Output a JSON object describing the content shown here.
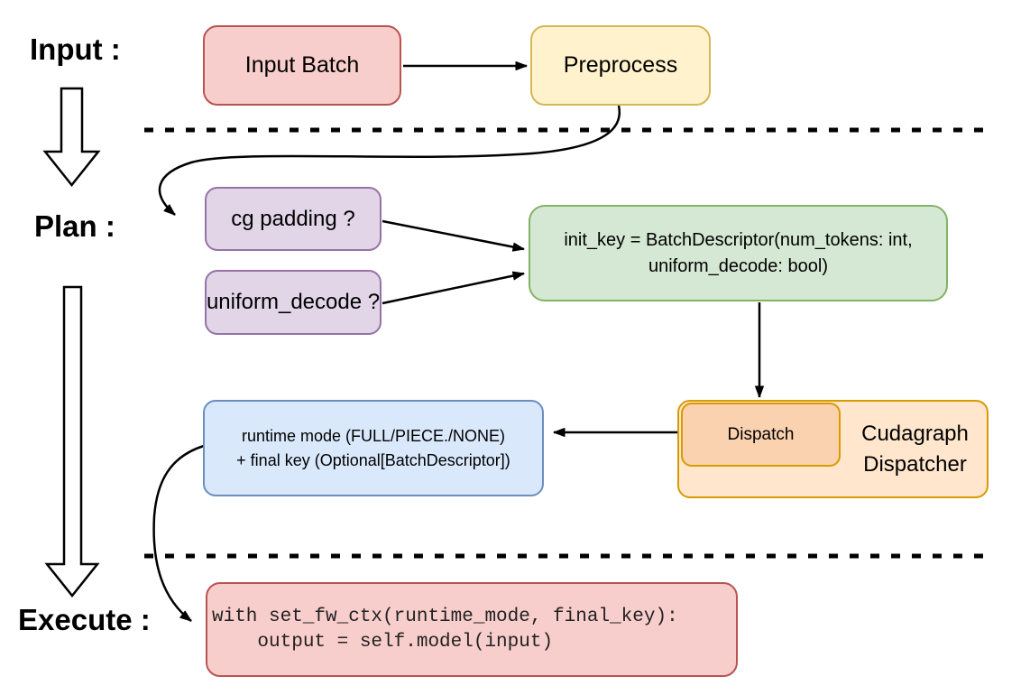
{
  "title": "Cudagraph dispatch flow diagram",
  "colors": {
    "red_fill": "#f8cecc",
    "red_stroke": "#b85450",
    "yellow_fill": "#fff2cc",
    "yellow_stroke": "#d6b656",
    "purple_fill": "#e1d5e7",
    "purple_stroke": "#9673a6",
    "green_fill": "#d5e8d4",
    "green_stroke": "#82b366",
    "orange_fill": "#ffe6cc",
    "orange_inner_fill": "#fbd2b0",
    "orange_stroke": "#d79b00",
    "blue_fill": "#dae8fc",
    "blue_stroke": "#6c8ebf",
    "wire": "#000000"
  },
  "stage_labels": {
    "input": "Input :",
    "plan": "Plan :",
    "execute": "Execute :"
  },
  "nodes": {
    "input_batch": {
      "label": "Input Batch"
    },
    "preprocess": {
      "label": "Preprocess"
    },
    "cg_padding": {
      "label": "cg padding ?"
    },
    "uniform_decode": {
      "label": "uniform_decode ?"
    },
    "init_key": {
      "line1": "init_key = BatchDescriptor(num_tokens: int,",
      "line2": "uniform_decode: bool)"
    },
    "dispatch": {
      "label": "Dispatch"
    },
    "cudagraph_dispatcher": {
      "line1": "Cudagraph",
      "line2": "Dispatcher"
    },
    "runtime_mode": {
      "line1": "runtime mode (FULL/PIECE./NONE)",
      "line2": "+ final key (Optional[BatchDescriptor])"
    },
    "execute_code": {
      "line1": "with set_fw_ctx(runtime_mode, final_key):",
      "line2": "    output = self.model(input)"
    }
  }
}
